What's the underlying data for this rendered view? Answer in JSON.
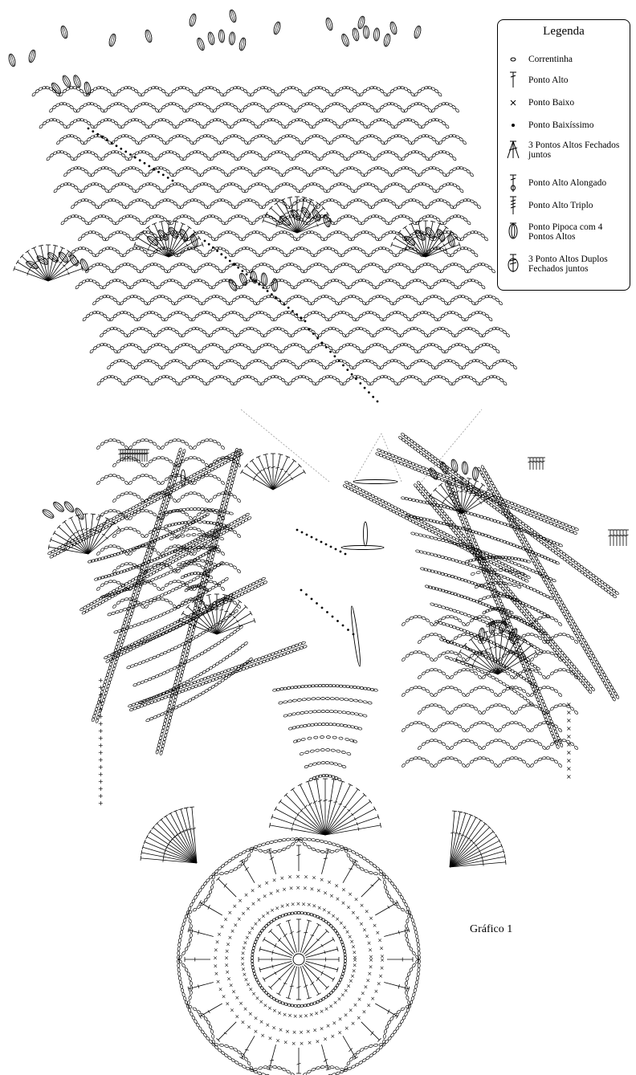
{
  "legend": {
    "title": "Legenda",
    "items": [
      {
        "icon": "chain-stitch-icon",
        "label": "Correntinha"
      },
      {
        "icon": "double-crochet-icon",
        "label": "Ponto Alto"
      },
      {
        "icon": "single-crochet-icon",
        "label": "Ponto Baixo"
      },
      {
        "icon": "slip-stitch-icon",
        "label": "Ponto Baixíssimo"
      },
      {
        "icon": "dc3tog-icon",
        "label": "3 Pontos Altos Fechados juntos"
      },
      {
        "icon": "extended-dc-icon",
        "label": "Ponto Alto Alongado"
      },
      {
        "icon": "triple-crochet-icon",
        "label": "Ponto Alto Triplo"
      },
      {
        "icon": "popcorn-icon",
        "label": "Ponto Pipoca com 4 Pontos Altos"
      },
      {
        "icon": "tr3tog-icon",
        "label": "3 Ponto Altos Duplos Fechados juntos"
      }
    ]
  },
  "chart_label": "Gráfico 1",
  "colors": {
    "ink": "#000000",
    "guide": "#9a9a9a"
  }
}
